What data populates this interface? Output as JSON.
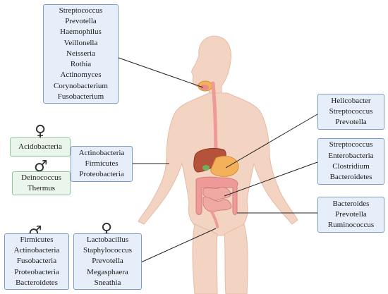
{
  "boxes": {
    "oral": [
      "Streptococcus",
      "Prevotella",
      "Haemophilus",
      "Veillonella",
      "Neisseria",
      "Rothia",
      "Actinomyces",
      "Corynobacterium",
      "Fusobacterium"
    ],
    "stomach": [
      "Helicobacter",
      "Streptococcus",
      "Prevotella"
    ],
    "small_intestine": [
      "Streptococcus",
      "Enterobacteria",
      "Clostridium",
      "Bacteroidetes"
    ],
    "colon": [
      "Bacteroides",
      "Prevotella",
      "Ruminococcus"
    ],
    "skin": [
      "Actinobacteria",
      "Firmicutes",
      "Proteobacteria"
    ],
    "skin_female": [
      "Acidobacteria"
    ],
    "skin_male": [
      "Deinococcus",
      "Thermus"
    ],
    "genital_male": [
      "Firmicutes",
      "Actinobacteria",
      "Fusobacteria",
      "Proteobacteria",
      "Bacteroidetes"
    ],
    "genital_female": [
      "Lactobacillus",
      "Staphylococcus",
      "Prevotella",
      "Megasphaera",
      "Sneathia"
    ]
  },
  "symbols": {
    "female": "♀",
    "male": "♂"
  },
  "colors": {
    "box_border": "#7d9bc7",
    "box_fill": "#e6eefa",
    "green_border": "#8fc79a",
    "skin": "#f3d3c2",
    "gut": "#ee9a98",
    "liver": "#b5523b",
    "stomach": "#f2b15a"
  }
}
